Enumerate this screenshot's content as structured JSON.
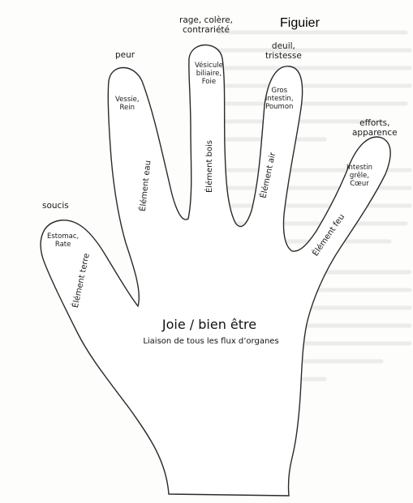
{
  "title": "Figuier",
  "center": {
    "main": "Joie / bien être",
    "sub": "Liaison de tous les flux d’organes"
  },
  "emotions": {
    "thumb": "soucis",
    "index": "peur",
    "middle": "rage, colère,\ncontrariété",
    "ring": "deuil,\ntristesse",
    "pinky": "efforts,\napparence"
  },
  "organs": {
    "thumb": "Estomac,\nRate",
    "index": "Vessie,\nRein",
    "middle": "Vésicule\nbiliaire,\nFoie",
    "ring": "Gros\nintestin,\nPoumon",
    "pinky": "Intestin\ngrêle,\nCœur"
  },
  "elements": {
    "thumb": "Élément terre",
    "index": "Élément eau",
    "middle": "Élément bois",
    "ring": "Élément air",
    "pinky": "Élément feu"
  },
  "colors": {
    "outline": "#2a2a2a",
    "text": "#1a1a1a"
  }
}
